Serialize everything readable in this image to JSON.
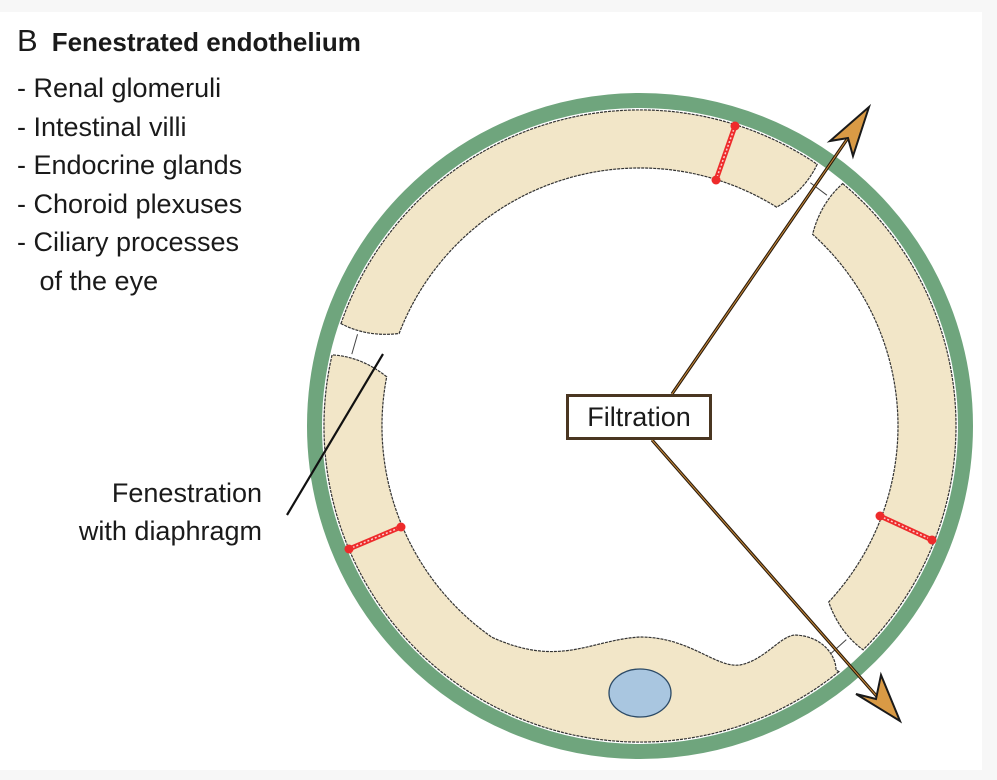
{
  "panel": {
    "letter": "B",
    "title": "Fenestrated endothelium"
  },
  "locations": [
    "- Renal glomeruli",
    "- Intestinal villi",
    "- Endocrine glands",
    "- Choroid plexuses",
    "- Ciliary processes",
    "   of the eye"
  ],
  "labels": {
    "fenestration_line1": "Fenestration",
    "fenestration_line2": "with diaphragm",
    "filtration": "Filtration"
  },
  "colors": {
    "basement_membrane": "#6fa57d",
    "cytoplasm": "#f2e6c8",
    "nucleus": "#a9c6e0",
    "diaphragm": "#ee2b2b",
    "arrow_fill": "#d99a45",
    "arrow_shaft": "#4a3621"
  }
}
